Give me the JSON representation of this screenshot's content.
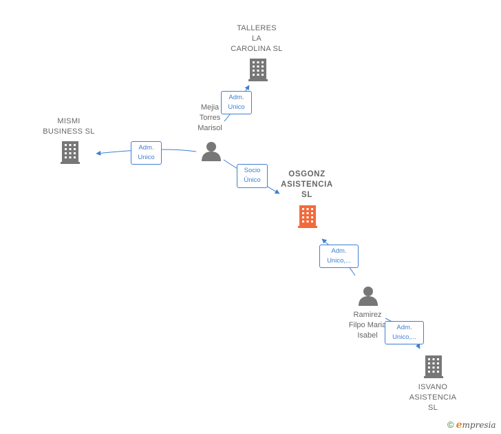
{
  "nodes": {
    "talleres": {
      "lines": [
        "TALLERES",
        "LA",
        "CAROLINA  SL"
      ]
    },
    "mismi": {
      "lines": [
        "MISMI",
        "BUSINESS  SL"
      ]
    },
    "osgonz": {
      "lines": [
        "OSGONZ",
        "ASISTENCIA",
        "SL"
      ]
    },
    "isvano": {
      "lines": [
        "ISVANO",
        "ASISTENCIA",
        "SL"
      ]
    },
    "mejia": {
      "lines": [
        "Mejia",
        "Torres",
        "Marisol"
      ]
    },
    "ramirez": {
      "lines": [
        "Ramirez",
        "Filpo Maria",
        "Isabel"
      ]
    }
  },
  "edges": {
    "mejia_talleres": {
      "lines": [
        "Adm.",
        "Unico"
      ]
    },
    "mejia_mismi": {
      "lines": [
        "Adm.",
        "Unico"
      ]
    },
    "mejia_osgonz": {
      "lines": [
        "Socio",
        "Único"
      ]
    },
    "ramirez_osgonz": {
      "lines": [
        "Adm.",
        "Unico,..."
      ]
    },
    "ramirez_isvano": {
      "lines": [
        "Adm.",
        "Unico,..."
      ]
    }
  },
  "colors": {
    "edge": "#3f7fd0",
    "building": "#777777",
    "building_main": "#f26a3c",
    "person": "#777777"
  },
  "footer": {
    "copyright": "©",
    "brand_e": "e",
    "brand_rest": "mpresia"
  }
}
